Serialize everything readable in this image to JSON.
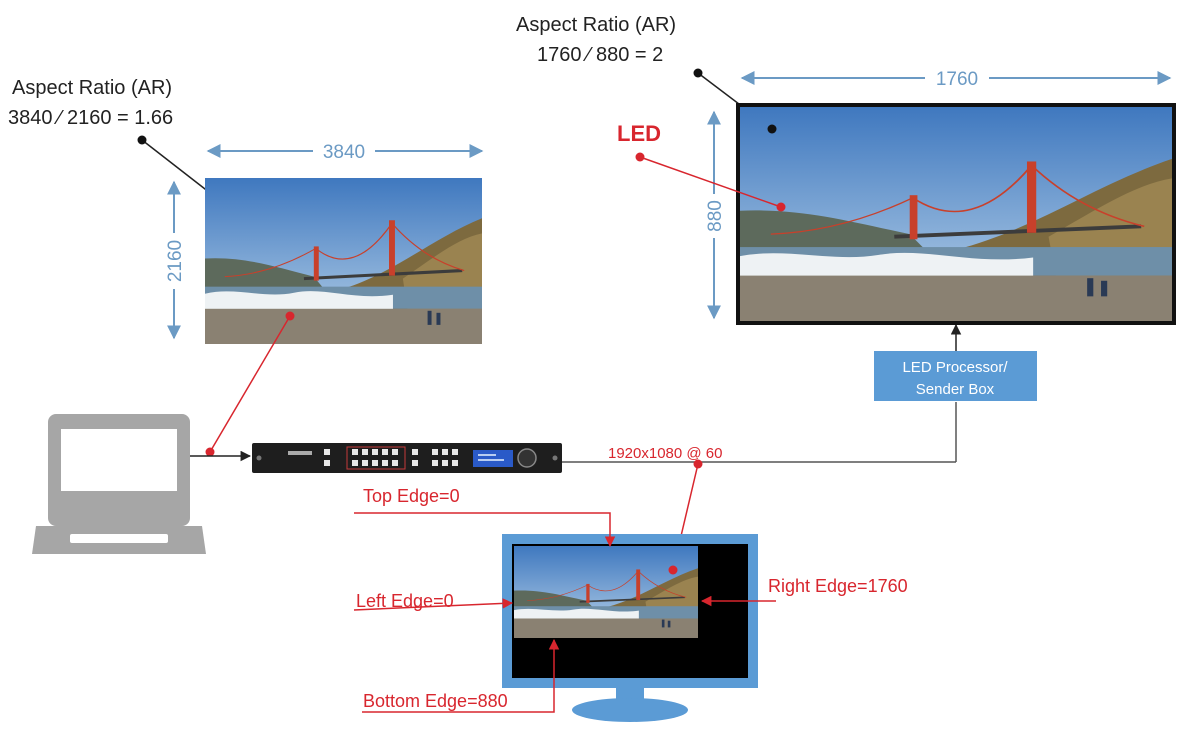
{
  "source_image": {
    "ar_title": "Aspect Ratio (AR)",
    "ar_formula": "3840 ⁄ 2160 = 1.66",
    "width_label": "3840",
    "height_label": "2160"
  },
  "led_screen": {
    "ar_title": "Aspect Ratio (AR)",
    "ar_formula": "1760 ⁄ 880 = 2",
    "width_label": "1760",
    "height_label": "880",
    "led_label": "LED"
  },
  "processor_box": {
    "line1": "LED Processor/",
    "line2": "Sender Box"
  },
  "signal_label": "1920x1080  @ 60",
  "edges": {
    "top": "Top Edge=0",
    "left": "Left Edge=0",
    "right": "Right Edge=1760",
    "bottom": "Bottom Edge=880"
  },
  "colors": {
    "callout_red": "#d8262e",
    "dimension_blue": "#6b9ac4",
    "processor_box": "#5b9bd5",
    "monitor_frame": "#5b9bd5",
    "laptop_gray": "#a6a6a6"
  }
}
